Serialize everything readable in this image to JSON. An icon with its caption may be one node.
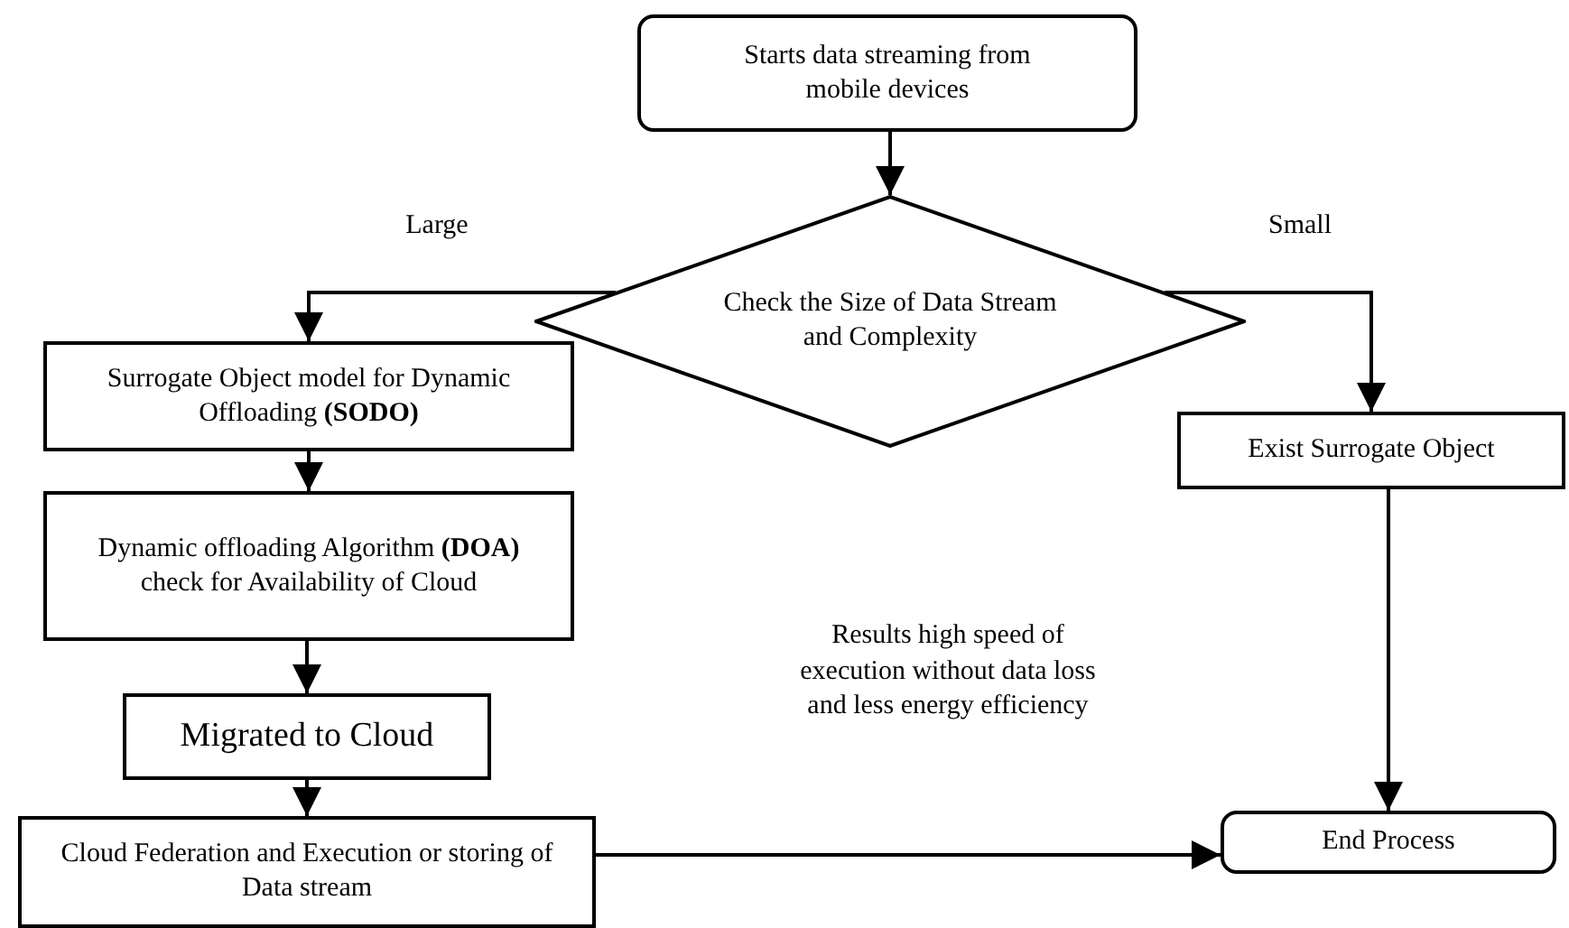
{
  "diagram": {
    "nodes": [
      {
        "text": [
          "Starts data streaming from mobile devices"
        ]
      },
      {
        "text": [
          "Check the Size of Data Stream and Complexity"
        ]
      },
      {
        "text": [
          "Surrogate Object model for Dynamic Offloading **(SODO)**"
        ]
      },
      {
        "text": [
          "Exist Surrogate Object"
        ]
      },
      {
        "text": [
          "Dynamic offloading Algorithm **(DOA)** check for Availability of Cloud"
        ]
      },
      {
        "text": [
          "Migrated to Cloud"
        ]
      },
      {
        "text": [
          "Cloud Federation and Execution or storing of Data stream"
        ]
      },
      {
        "text": [
          "End Process"
        ]
      }
    ],
    "edges": [
      {
        "from": 0,
        "to": 1,
        "arrow": "to"
      },
      {
        "from": 1,
        "to": 2,
        "arrow": "to",
        "label": "Large"
      },
      {
        "from": 1,
        "to": 3,
        "arrow": "to",
        "label": "Small"
      },
      {
        "from": 2,
        "to": 4,
        "arrow": "to"
      },
      {
        "from": 4,
        "to": 5,
        "arrow": "to"
      },
      {
        "from": 5,
        "to": 6,
        "arrow": "to"
      },
      {
        "from": 3,
        "to": 7,
        "arrow": "to"
      },
      {
        "from": 6,
        "to": 7,
        "arrow": "to",
        "label": "Results high speed of execution without data loss and less energy efficiency"
      }
    ]
  }
}
